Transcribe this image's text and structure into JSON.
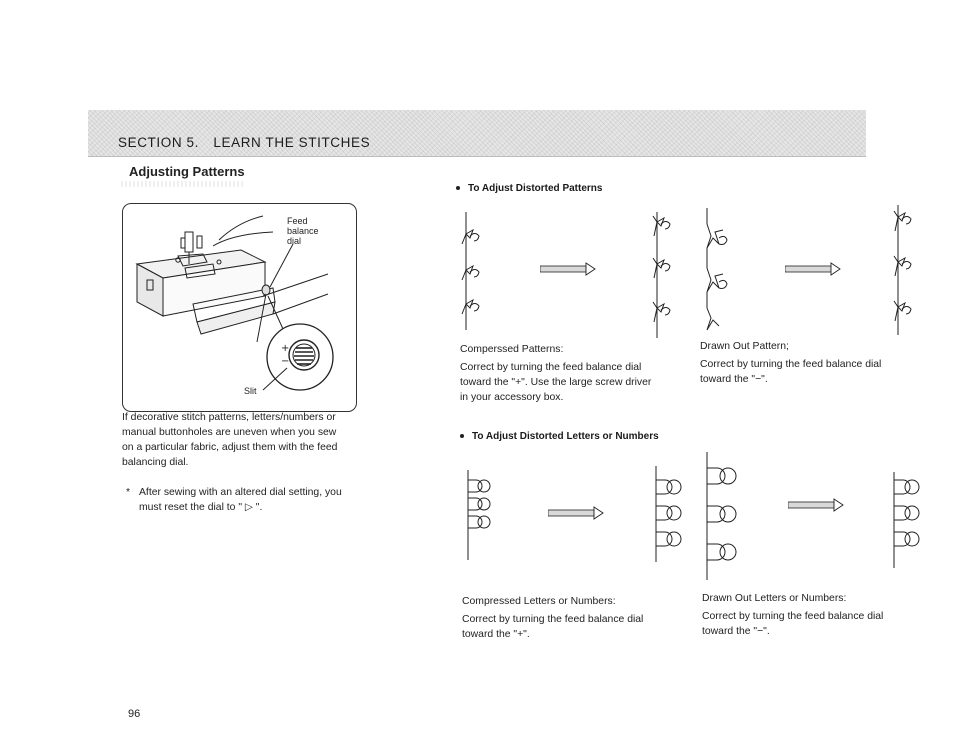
{
  "header": {
    "section_number": "SECTION 5.",
    "section_title": "LEARN THE STITCHES",
    "subtitle": "Adjusting Patterns"
  },
  "illustration": {
    "label_feed": "Feed",
    "label_balance": "balance",
    "label_dial": "dial",
    "label_slit": "Slit",
    "plus_sign": "+",
    "minus_sign": "−"
  },
  "left": {
    "paragraph_lines": [
      "If decorative stitch patterns, letters/numbers or",
      "manual buttonholes are uneven when you sew",
      "on a particular fabric, adjust them with the feed",
      "balancing dial."
    ],
    "note_star": "*",
    "note_lines": [
      "After sewing with an altered dial setting, you",
      "must reset the dial to \" ▷ \"."
    ]
  },
  "patterns": {
    "heading": "To Adjust Distorted Patterns",
    "compressed_caption": "Comperssed Patterns:",
    "compressed_lines": [
      "Correct by turning the feed balance dial",
      "toward the \"+\". Use the large screw driver",
      "in your accessory box."
    ],
    "drawn_caption": "Drawn Out Pattern;",
    "drawn_lines": [
      "Correct by turning the feed balance dial",
      "toward the \"−\"."
    ]
  },
  "letters": {
    "heading": "To Adjust Distorted Letters or Numbers",
    "compressed_caption": "Compressed Letters or Numbers:",
    "compressed_lines": [
      "Correct by turning the feed balance dial",
      "toward the \"+\"."
    ],
    "drawn_caption": "Drawn Out Letters or Numbers:",
    "drawn_lines": [
      "Correct by turning the feed balance dial",
      "toward the \"−\"."
    ]
  },
  "footer": {
    "page_number": "96"
  },
  "colors": {
    "ink": "#1a1a1a",
    "band": "#e6e6e6",
    "paper": "#ffffff"
  }
}
